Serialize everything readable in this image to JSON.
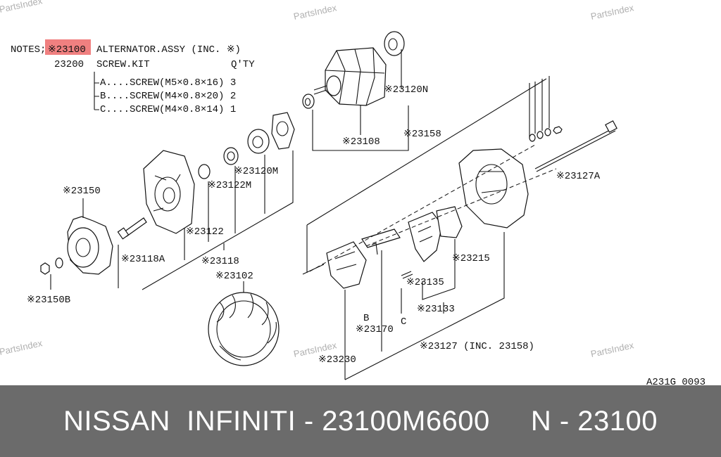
{
  "watermarks": [
    "PartsIndex",
    "PartsIndex",
    "PartsIndex",
    "PartsIndex",
    "PartsIndex",
    "PartsIndex"
  ],
  "notes": {
    "prefix": "NOTES;",
    "main_part": "※23100",
    "main_desc": "ALTERNATOR.ASSY (INC. ※)",
    "kit_part": "23200",
    "kit_desc": "SCREW.KIT",
    "qty_header": "Q'TY",
    "rows": [
      {
        "text": "A....SCREW(M5×0.8×16) 3"
      },
      {
        "text": "B....SCREW(M4×0.8×20) 2"
      },
      {
        "text": "C....SCREW(M4×0.8×14) 1"
      }
    ],
    "highlight_color": "#f08080"
  },
  "callouts": {
    "p23120N": "※23120N",
    "p23108": "※23108",
    "p23158": "※23158",
    "p23127A": "※23127A",
    "p23120M": "※23120M",
    "p23122M": "※23122M",
    "p23150": "※23150",
    "p23122": "※23122",
    "p23118A": "※23118A",
    "p23118": "※23118",
    "p23150B": "※23150B",
    "p23102": "※23102",
    "p23215": "※23215",
    "p23135": "※23135",
    "p23133": "※23133",
    "labelB": "B",
    "labelC": "C",
    "p23170": "※23170",
    "p23127": "※23127 (INC. 23158)",
    "p23230": "※23230"
  },
  "diagram_code": "A231G 0093",
  "footer": {
    "text": "NISSAN  INFINITI - 23100M6600     N - 23100",
    "bg_color": "#6b6b6b"
  }
}
